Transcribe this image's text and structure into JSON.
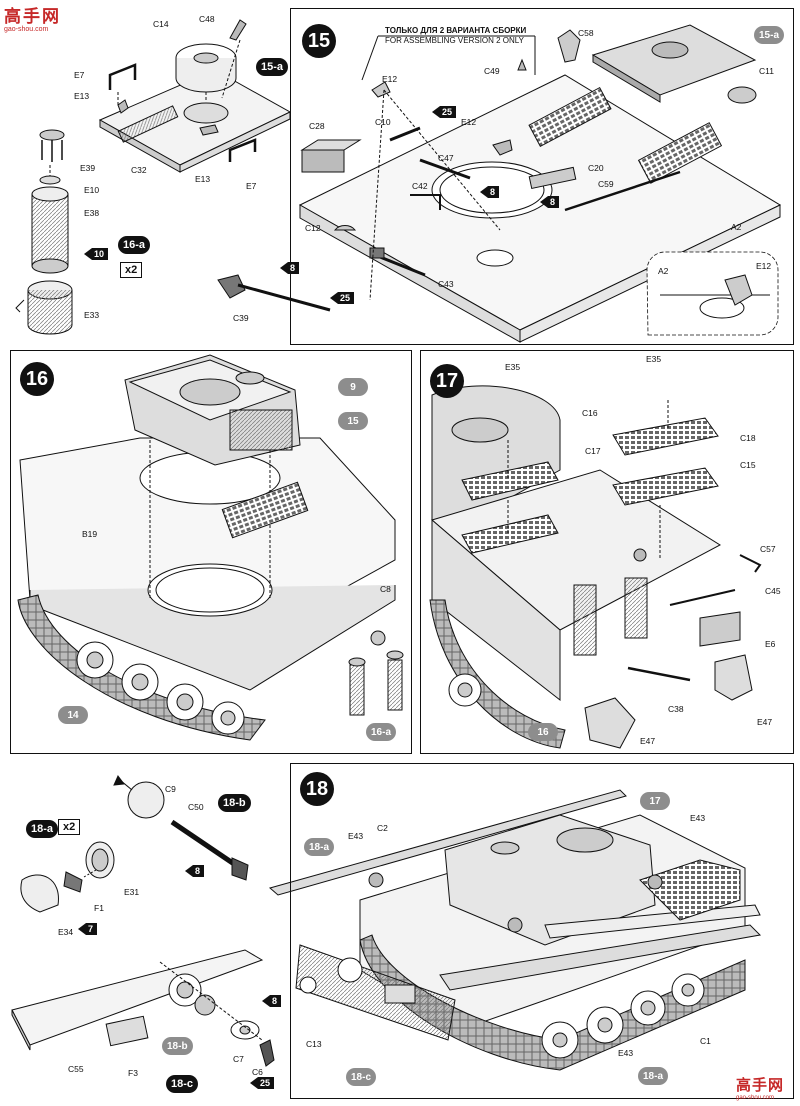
{
  "watermark": {
    "chars": "高手网",
    "site": "gao-shou.com"
  },
  "sections": {
    "s15a": {
      "badge": "15-a",
      "labels": [
        "C14",
        "C48",
        "E7",
        "E13",
        "C32",
        "E13",
        "E7"
      ],
      "ref_badge": "15-a"
    },
    "s16a": {
      "badge": "16-a",
      "multiplier": "x2",
      "labels": [
        "E39",
        "E10",
        "E38",
        "E33"
      ],
      "paint": "10"
    },
    "s15": {
      "step": "15",
      "note_line1": "ТОЛЬКО ДЛЯ 2 ВАРИАНТА СБОРКИ",
      "note_line2": "FOR ASSEMBLING VERSION 2 ONLY",
      "labels": [
        "E12",
        "C58",
        "C49",
        "C11",
        "C28",
        "C10",
        "E12",
        "C47",
        "C20",
        "C59",
        "C42",
        "C12",
        "A2",
        "C43",
        "C39",
        "A2",
        "E12"
      ],
      "paints": [
        "25",
        "8",
        "8",
        "8",
        "25"
      ],
      "ref_badge": "15-a"
    },
    "s16": {
      "step": "16",
      "labels": [
        "B19",
        "C8"
      ],
      "ref_badges": [
        "9",
        "15",
        "14",
        "16-a"
      ]
    },
    "s17": {
      "step": "17",
      "labels": [
        "E35",
        "E35",
        "C16",
        "C17",
        "C18",
        "C15",
        "C57",
        "C45",
        "E6",
        "C38",
        "E47",
        "E47"
      ],
      "ref_badges": [
        "16"
      ]
    },
    "s18b": {
      "badge": "18-b",
      "labels": [
        "C9",
        "C50"
      ],
      "paint": "8"
    },
    "s18a": {
      "badge": "18-a",
      "multiplier": "x2",
      "labels": [
        "E31",
        "F1",
        "E34"
      ],
      "paint": "7"
    },
    "s18c": {
      "badge": "18-c",
      "labels": [
        "C55",
        "F3",
        "C7",
        "C6"
      ],
      "paints": [
        "8",
        "25"
      ],
      "ref_badge": "18-b"
    },
    "s18": {
      "step": "18",
      "labels": [
        "E43",
        "C2",
        "E43",
        "C13",
        "C1",
        "E43"
      ],
      "ref_badges": [
        "17",
        "18-a",
        "18-c",
        "18-a"
      ]
    }
  }
}
